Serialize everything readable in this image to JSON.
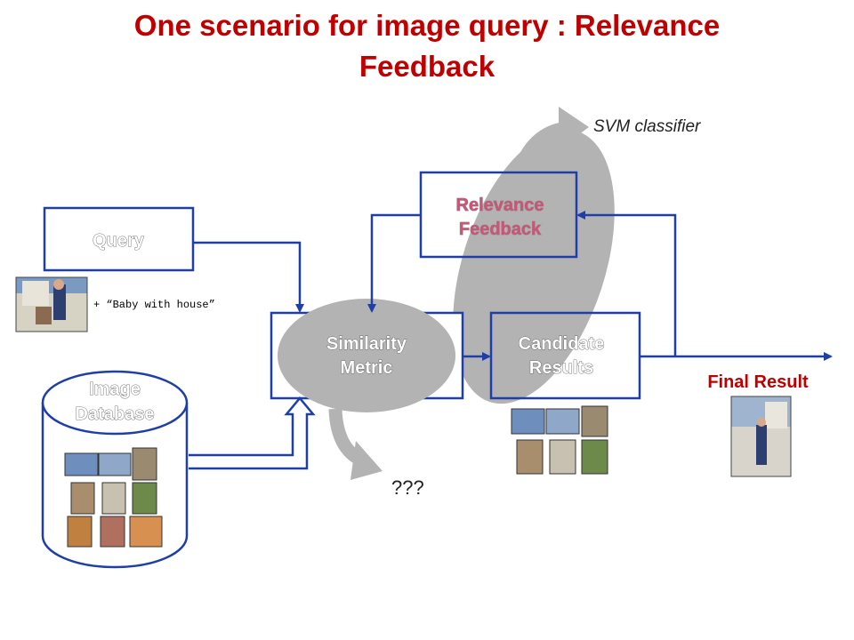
{
  "title": "One scenario for image query : Relevance Feedback",
  "title_line1": "One scenario for image query : Relevance",
  "title_line2": "Feedback",
  "nodes": {
    "query": "Query",
    "relevance_line1": "Relevance",
    "relevance_line2": "Feedback",
    "similarity_line1": "Similarity",
    "similarity_line2": "Metric",
    "candidate_line1": "Candidate",
    "candidate_line2": "Results",
    "database_line1": "Image",
    "database_line2": "Database"
  },
  "query_text": "+ “Baby with house”",
  "svm_label": "SVM classifier",
  "unknown_label": "???",
  "final_result": "Final Result",
  "colors": {
    "title": "#c00000",
    "box_border": "#1f3fa8",
    "ellipse": "#b3b3b3",
    "final_result": "#c00000"
  }
}
